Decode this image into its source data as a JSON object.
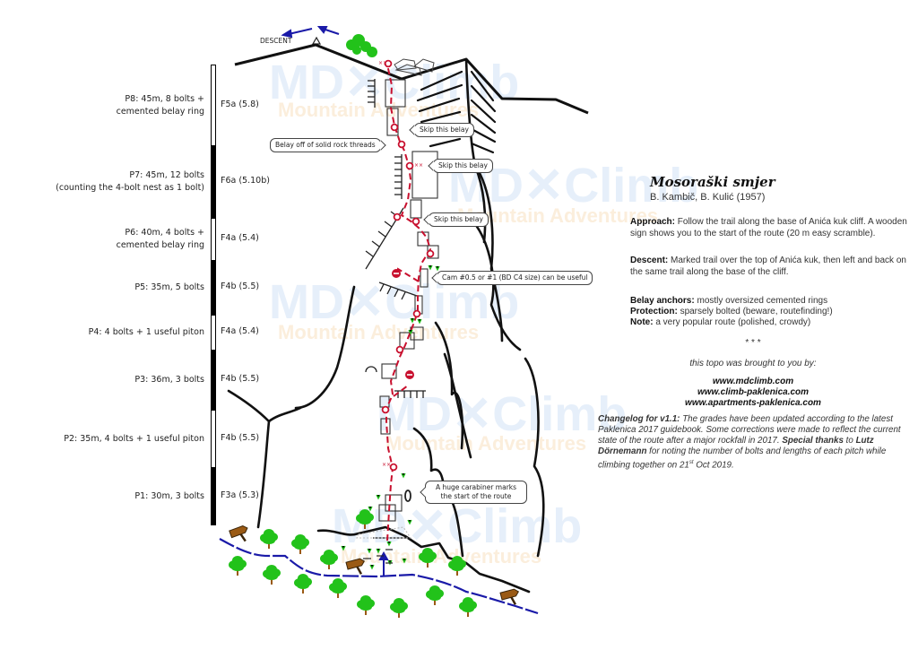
{
  "watermark": {
    "brand": "MD Climb",
    "tagline": "Mountain Adventures"
  },
  "topo": {
    "descent_label": "DESCENT",
    "callouts": {
      "skip_belay_1": "Skip this belay",
      "belay_threads": "Belay off of solid rock threads",
      "skip_belay_2": "Skip this belay",
      "skip_belay_3": "Skip this belay",
      "cam": "Cam #0.5 or #1 (BD C4 size) can be useful",
      "carabiner": "A huge carabiner marks the start of the route"
    },
    "colors": {
      "route": "#c8102e",
      "trail": "#1a1aa8",
      "tree": "#22c21a",
      "sign": "#9a5a14"
    }
  },
  "pitches": [
    {
      "label": [
        "P8: 45m, 8 bolts +",
        "cemented belay ring"
      ],
      "grade": "F5a (5.8)"
    },
    {
      "label": [
        "P7: 45m, 12 bolts",
        "(counting the 4-bolt nest as 1 bolt)"
      ],
      "grade": "F6a (5.10b)"
    },
    {
      "label": [
        "P6: 40m, 4 bolts +",
        "cemented belay ring"
      ],
      "grade": "F4a (5.4)"
    },
    {
      "label": [
        "P5: 35m, 5 bolts"
      ],
      "grade": "F4b (5.5)"
    },
    {
      "label": [
        "P4: 4 bolts + 1 useful piton"
      ],
      "grade": "F4a (5.4)"
    },
    {
      "label": [
        "P3: 36m, 3 bolts"
      ],
      "grade": "F4b (5.5)"
    },
    {
      "label": [
        "P2: 35m, 4 bolts + 1 useful piton"
      ],
      "grade": "F4b (5.5)"
    },
    {
      "label": [
        "P1: 30m, 3 bolts"
      ],
      "grade": "F3a (5.3)"
    }
  ],
  "info": {
    "title": "Mosoraški smjer",
    "authors": "B. Kambič, B. Kulić (1957)",
    "approach_label": "Approach:",
    "approach_text": "Follow the trail along the base of Anića kuk cliff. A wooden sign shows you to the start of the route (20 m easy scramble).",
    "descent_label": "Descent:",
    "descent_text": "Marked trail over the top of Anića kuk, then left and back on the same trail along the base of the cliff.",
    "belay_label": "Belay anchors:",
    "belay_text": "mostly oversized cemented rings",
    "protection_label": "Protection:",
    "protection_text": "sparsely bolted (beware, routefinding!)",
    "note_label": "Note:",
    "note_text": "a very popular route (polished, crowdy)",
    "separator": "* * *",
    "brought_by": "this topo was brought to you by:",
    "sites": [
      "www.mdclimb.com",
      "www.climb-paklenica.com",
      "www.apartments-paklenica.com"
    ],
    "changelog_label": "Changelog for v1.1:",
    "changelog_text": "The grades have been updated according to the latest Paklenica 2017 guidebook. Some corrections were made to reflect the current state of the route after a major rockfall in 2017.",
    "thanks_label": "Special thanks",
    "thanks_to": "to",
    "thanks_name": "Lutz Dörnemann",
    "thanks_text": "for noting the number of bolts and lengths of each pitch while climbing together on 21",
    "thanks_sup": "st",
    "thanks_date": "Oct 2019."
  }
}
